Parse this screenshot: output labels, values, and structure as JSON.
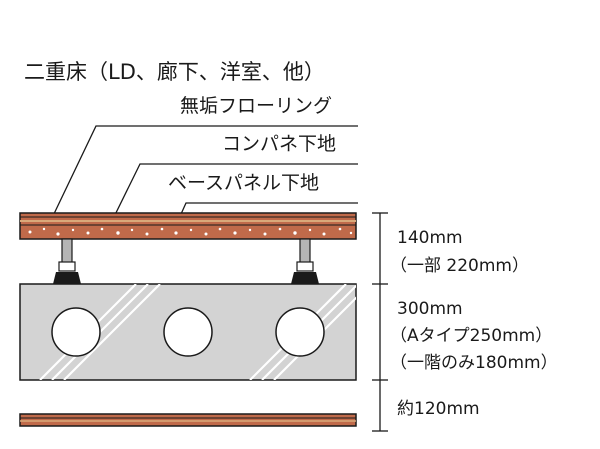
{
  "title": "二重床（LD、廊下、洋室、他）",
  "layers": {
    "flooring": "無垢フローリング",
    "subfloor": "コンパネ下地",
    "base_panel": "ベースパネル下地"
  },
  "dimensions": {
    "floor": {
      "main": "140mm",
      "note": "（一部 220mm）"
    },
    "slab": {
      "main": "300mm",
      "note1": "（Aタイプ250mm）",
      "note2": "（一階のみ180mm）"
    },
    "bottom": {
      "main": "約120mm"
    }
  },
  "colors": {
    "floor_layer": "#c06a4a",
    "floor_stripe": "#d9a97a",
    "slab_fill": "#d3d3d3",
    "outline": "#1a1a1a",
    "leader_line": "#1a1a1a"
  }
}
